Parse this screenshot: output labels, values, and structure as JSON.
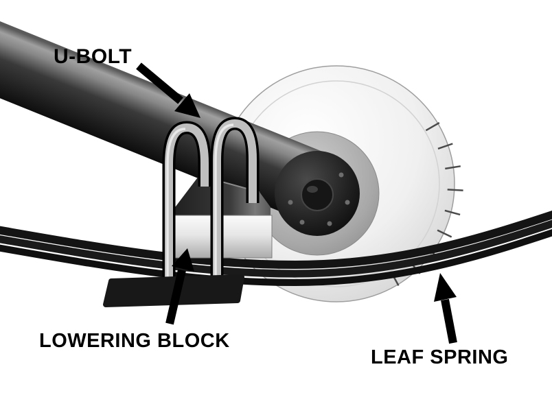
{
  "diagram": {
    "type": "technical-illustration",
    "subject": "vehicle rear suspension lowering block installation",
    "labels": {
      "u_bolt": "U-BOLT",
      "lowering_block": "LOWERING BLOCK",
      "leaf_spring": "LEAF SPRING"
    },
    "colors": {
      "background": "#ffffff",
      "label_text": "#000000",
      "arrow": "#000000",
      "axle_dark": "#0c0c0c",
      "metal_light": "#c8c8c8",
      "rotor_light": "#f5f5f5"
    },
    "parts": [
      "u-bolt",
      "lowering-block",
      "leaf-spring",
      "axle-tube",
      "brake-rotor",
      "mounting-plate"
    ]
  }
}
